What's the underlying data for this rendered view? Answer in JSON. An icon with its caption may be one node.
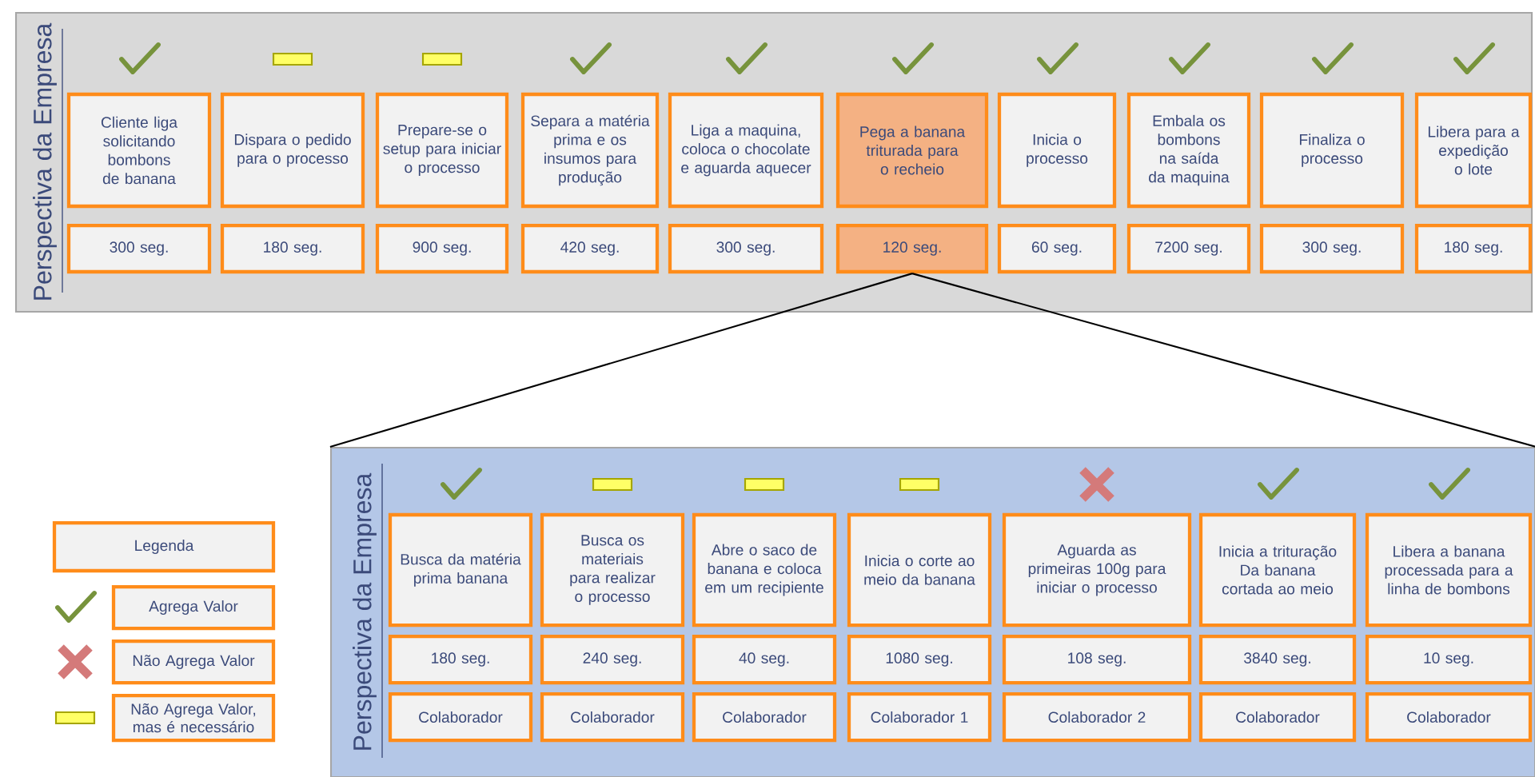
{
  "diagram": {
    "nodes": [
      {
        "text": [
          "Perspectiva da Empresa"
        ]
      },
      {
        "text": [
          "Cliente liga solicitando bombons de banana"
        ],
        "in": 0
      },
      {
        "text": [
          "Dispara o pedido para o processo"
        ],
        "in": 0
      },
      {
        "text": [
          "Prepare-se o setup para iniciar o processo"
        ],
        "in": 0
      },
      {
        "text": [
          "Separa a matéria prima e os insumos para produção"
        ],
        "in": 0
      },
      {
        "text": [
          "Liga a maquina, coloca o chocolate e aguarda aquecer"
        ],
        "in": 0
      },
      {
        "text": [
          "Pega a banana triturada para o recheio"
        ],
        "in": 0
      },
      {
        "text": [
          "Inicia o processo"
        ],
        "in": 0
      },
      {
        "text": [
          "Embala os bombons na saída da maquina"
        ],
        "in": 0
      },
      {
        "text": [
          "Finaliza o processo"
        ],
        "in": 0
      },
      {
        "text": [
          "Libera para a expedição o lote"
        ],
        "in": 0
      },
      {
        "text": [
          "300 seg."
        ],
        "in": 0
      },
      {
        "text": [
          "180 seg."
        ],
        "in": 0
      },
      {
        "text": [
          "900 seg."
        ],
        "in": 0
      },
      {
        "text": [
          "420 seg."
        ],
        "in": 0
      },
      {
        "text": [
          "300 seg."
        ],
        "in": 0
      },
      {
        "text": [
          "120 seg."
        ],
        "in": 0
      },
      {
        "text": [
          "60 seg."
        ],
        "in": 0
      },
      {
        "text": [
          "7200 seg."
        ],
        "in": 0
      },
      {
        "text": [
          "300 seg."
        ],
        "in": 0
      },
      {
        "text": [
          "180 seg."
        ],
        "in": 0
      },
      {
        "text": [
          "Perspectiva da Empresa"
        ]
      },
      {
        "text": [
          "Busca da matéria prima banana"
        ],
        "in": 21
      },
      {
        "text": [
          "Busca os materiais para realizar o processo"
        ],
        "in": 21
      },
      {
        "text": [
          "Abre o saco de banana e coloca em um recipiente"
        ],
        "in": 21
      },
      {
        "text": [
          "Inicia o corte ao meio da banana"
        ],
        "in": 21
      },
      {
        "text": [
          "Aguarda as primeiras 100g para iniciar o processo"
        ],
        "in": 21
      },
      {
        "text": [
          "Inicia a trituração Da banana cortada ao meio"
        ],
        "in": 21
      },
      {
        "text": [
          "Libera a banana processada para a linha de bombons"
        ],
        "in": 21
      },
      {
        "text": [
          "180 seg."
        ],
        "in": 21
      },
      {
        "text": [
          "240 seg."
        ],
        "in": 21
      },
      {
        "text": [
          "40 seg."
        ],
        "in": 21
      },
      {
        "text": [
          "1080 seg."
        ],
        "in": 21
      },
      {
        "text": [
          "108 seg."
        ],
        "in": 21
      },
      {
        "text": [
          "3840 seg."
        ],
        "in": 21
      },
      {
        "text": [
          "10 seg."
        ],
        "in": 21
      },
      {
        "text": [
          "Colaborador"
        ],
        "in": 21
      },
      {
        "text": [
          "Colaborador"
        ],
        "in": 21
      },
      {
        "text": [
          "Colaborador"
        ],
        "in": 21
      },
      {
        "text": [
          "Colaborador 1"
        ],
        "in": 21
      },
      {
        "text": [
          "Colaborador 2"
        ],
        "in": 21
      },
      {
        "text": [
          "Colaborador"
        ],
        "in": 21
      },
      {
        "text": [
          "Colaborador"
        ],
        "in": 21
      },
      {
        "text": [
          "Legenda"
        ]
      }
    ],
    "edges": [
      {
        "from": 16,
        "to": 21,
        "arrow": "none"
      },
      {
        "from": 16,
        "to": 21,
        "arrow": "none"
      }
    ],
    "legend": [
      {
        "text": "Agrega Valor"
      },
      {
        "text": "Não Agrega Valor"
      },
      {
        "text": "Não Agrega Valor, mas é necessário"
      }
    ]
  }
}
